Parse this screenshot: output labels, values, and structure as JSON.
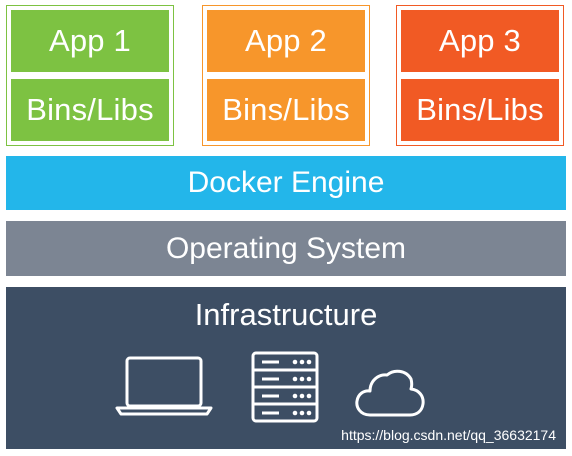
{
  "apps": [
    {
      "name": "App 1",
      "libs": "Bins/Libs",
      "color": "#7dc242"
    },
    {
      "name": "App 2",
      "libs": "Bins/Libs",
      "color": "#f7962b"
    },
    {
      "name": "App 3",
      "libs": "Bins/Libs",
      "color": "#f15a24"
    }
  ],
  "layers": {
    "engine": {
      "label": "Docker Engine",
      "color": "#23b6ea"
    },
    "os": {
      "label": "Operating System",
      "color": "#7c8593"
    },
    "infra": {
      "label": "Infrastructure",
      "color": "#3d4e64",
      "icons": [
        "laptop-icon",
        "server-icon",
        "cloud-icon"
      ]
    }
  },
  "watermark": "https://blog.csdn.net/qq_36632174"
}
